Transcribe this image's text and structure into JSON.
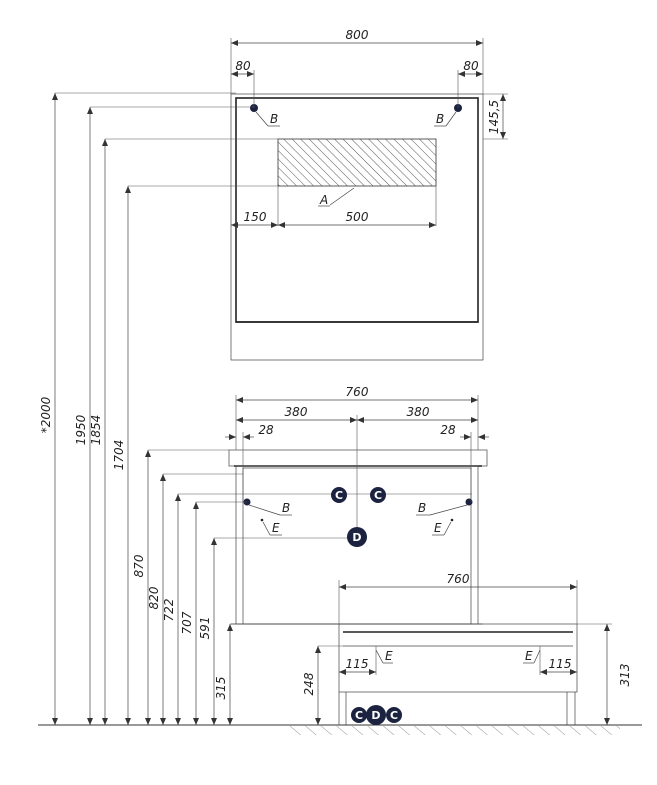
{
  "dims": {
    "mirror_width": "800",
    "mirror_left_inset": "80",
    "mirror_right_inset": "80",
    "mirror_top_offset": "145,5",
    "shelf_left_offset": "150",
    "shelf_width": "500",
    "cabinet_width": "760",
    "cabinet_half_left": "380",
    "cabinet_half_right": "380",
    "cabinet_side_left": "28",
    "cabinet_side_right": "28",
    "low_cabinet_width": "760",
    "low_left_offset": "115",
    "low_right_offset": "115",
    "h_total": "*2000",
    "h_1950": "1950",
    "h_1854": "1854",
    "h_1704": "1704",
    "h_870": "870",
    "h_820": "820",
    "h_722": "722",
    "h_707": "707",
    "h_591": "591",
    "h_315": "315",
    "h_248": "248",
    "h_313": "313"
  },
  "labels": {
    "A": "A",
    "B1": "B",
    "B2": "B",
    "B3": "B",
    "B4": "B",
    "E1": "E",
    "E2": "E",
    "E3": "E",
    "E4": "E"
  },
  "markers": {
    "C": "C",
    "D": "D"
  }
}
